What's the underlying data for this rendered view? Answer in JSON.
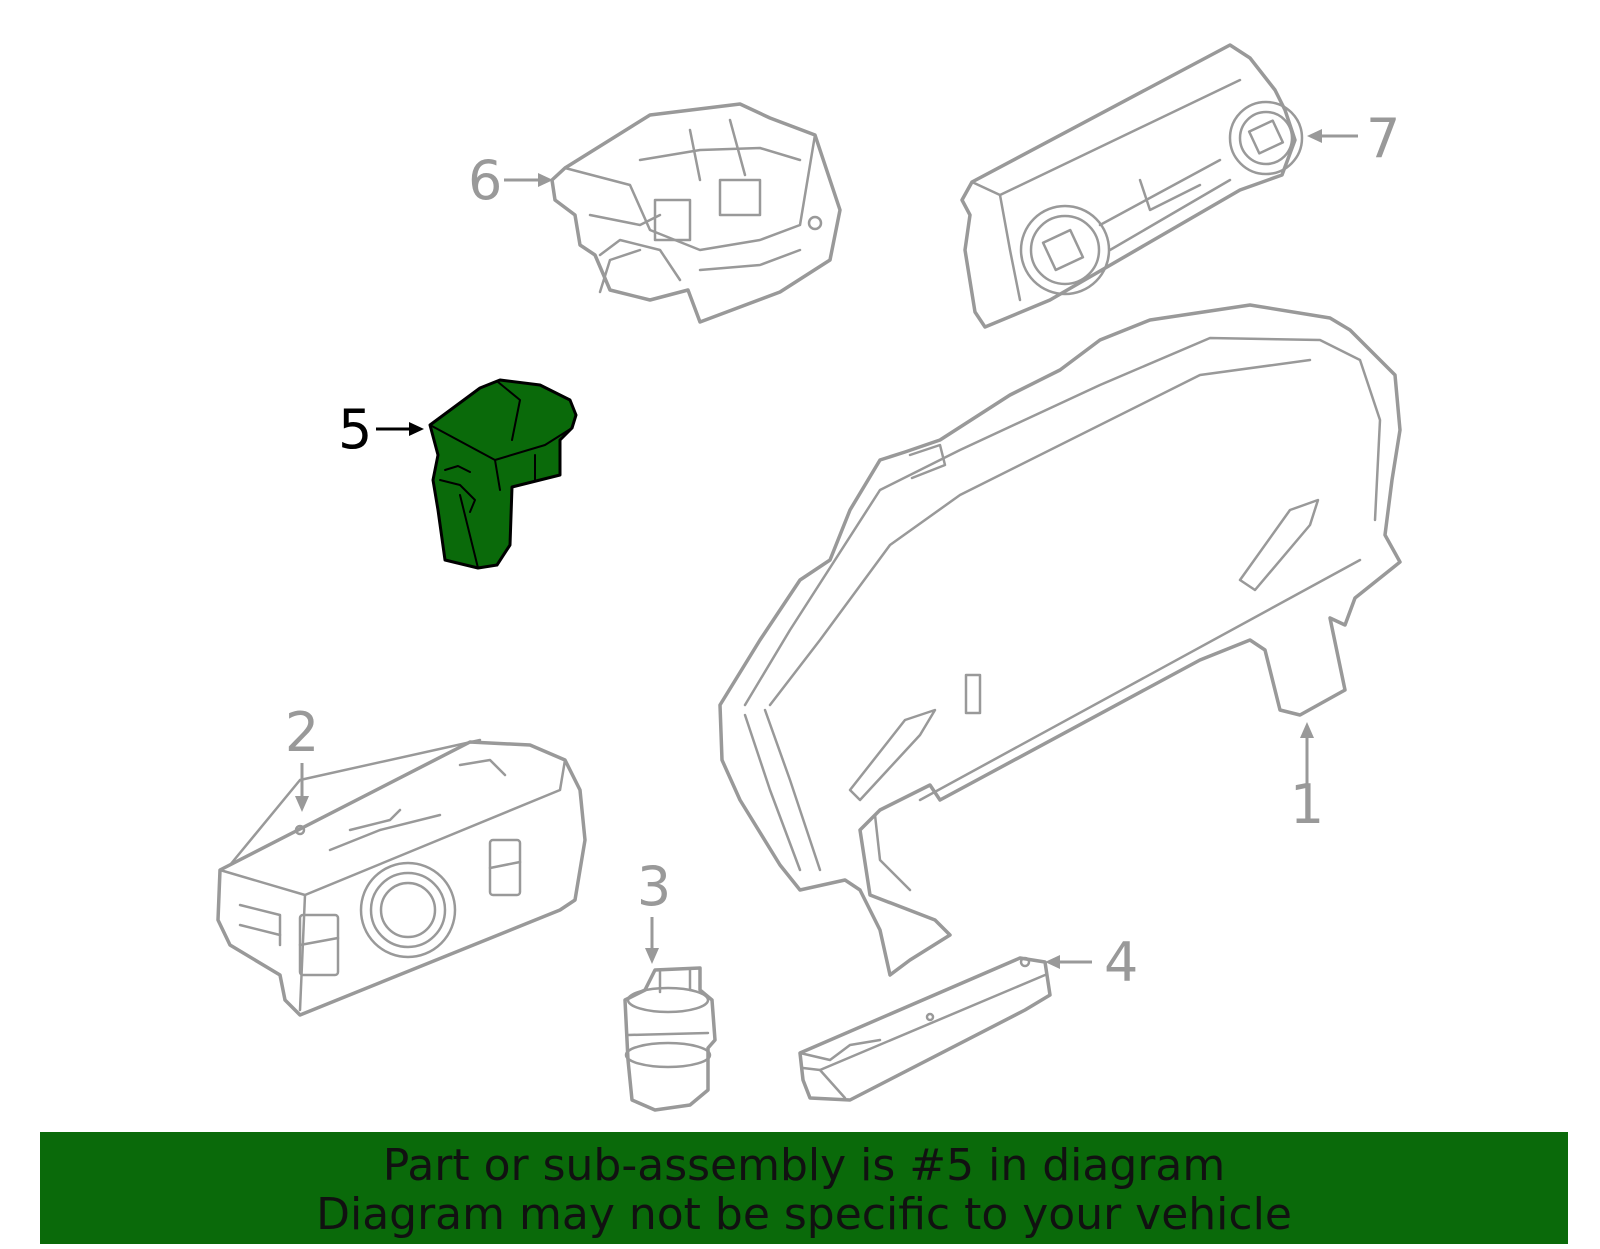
{
  "colors": {
    "highlight": "#0a6a0a",
    "outline": "#999999",
    "selected_outline": "#000000",
    "banner_background": "#0a6a0a",
    "banner_text": "#111111"
  },
  "selected_part": "5",
  "callouts": [
    "1",
    "2",
    "3",
    "4",
    "5",
    "6",
    "7"
  ],
  "banner": {
    "line1": "Part or sub-assembly is #5 in diagram",
    "line2": "Diagram may not be specific to your vehicle"
  }
}
